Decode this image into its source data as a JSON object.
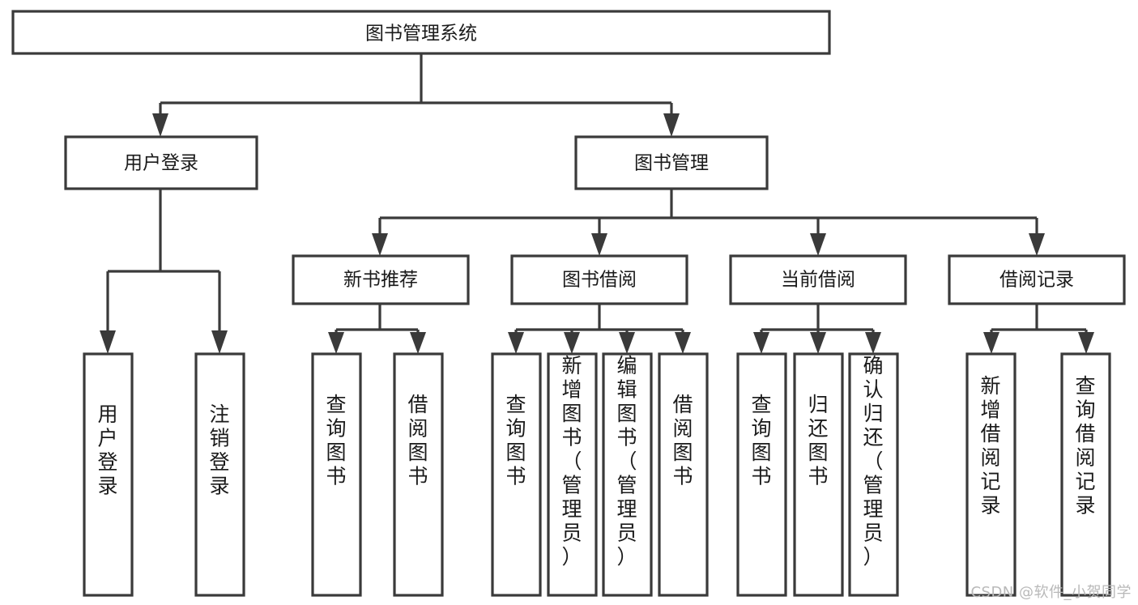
{
  "diagram": {
    "title": "图书管理系统",
    "type": "hierarchy-tree",
    "watermark": "CSDN @软件_小贺同学",
    "colors": {
      "stroke": "#3a3a3a",
      "fill": "#ffffff",
      "text": "#1a1a1a",
      "watermark": "#b9b9b9"
    },
    "levels": {
      "root": {
        "label": "图书管理系统"
      },
      "level2": [
        {
          "label": "用户登录"
        },
        {
          "label": "图书管理"
        }
      ],
      "level3": [
        {
          "label": "新书推荐",
          "parent": "图书管理"
        },
        {
          "label": "图书借阅",
          "parent": "图书管理"
        },
        {
          "label": "当前借阅",
          "parent": "图书管理"
        },
        {
          "label": "借阅记录",
          "parent": "图书管理"
        }
      ],
      "leaves": {
        "用户登录": [
          {
            "label": "用户登录"
          },
          {
            "label": "注销登录"
          }
        ],
        "新书推荐": [
          {
            "label": "查询图书"
          },
          {
            "label": "借阅图书"
          }
        ],
        "图书借阅": [
          {
            "label": "查询图书"
          },
          {
            "label": "新增图书（管理员）"
          },
          {
            "label": "编辑图书（管理员）"
          },
          {
            "label": "借阅图书"
          }
        ],
        "当前借阅": [
          {
            "label": "查询图书"
          },
          {
            "label": "归还图书"
          },
          {
            "label": "确认归还（管理员）"
          }
        ],
        "借阅记录": [
          {
            "label": "新增借阅记录"
          },
          {
            "label": "查询借阅记录"
          }
        ]
      }
    }
  }
}
